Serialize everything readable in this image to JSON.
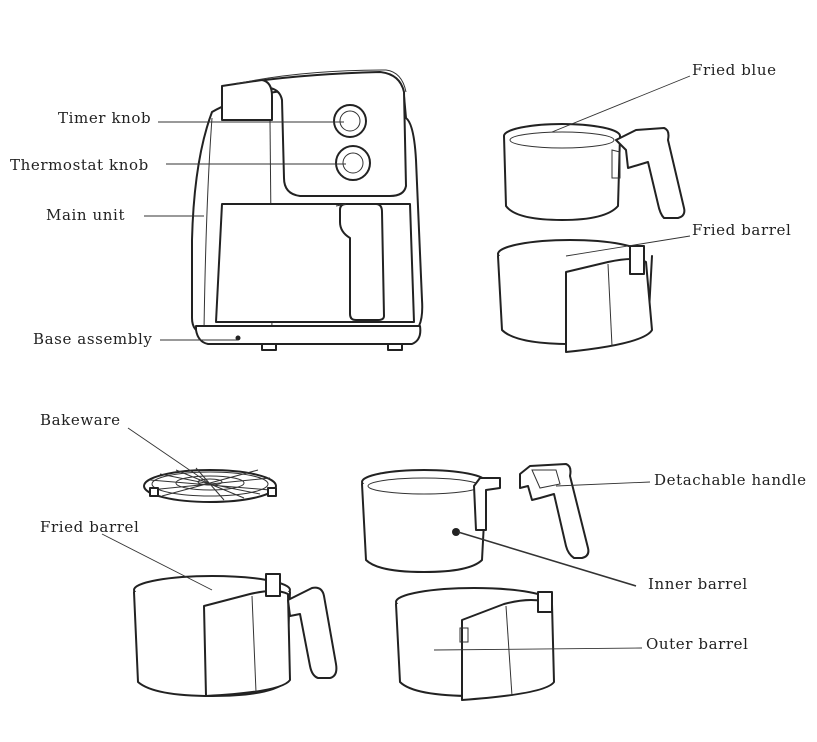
{
  "labels": {
    "timer_knob": "Timer knob",
    "thermostat_knob": "Thermostat knob",
    "main_unit": "Main unit",
    "base_assembly": "Base assembly",
    "fried_blue": "Fried blue",
    "fried_barrel_top": "Fried barrel",
    "bakeware": "Bakeware",
    "fried_barrel_bottom": "Fried barrel",
    "detachable_handle": "Detachable handle",
    "inner_barrel": "Inner barrel",
    "outer_barrel": "Outer barrel"
  },
  "colors": {
    "line": "#222222",
    "background": "#ffffff"
  }
}
